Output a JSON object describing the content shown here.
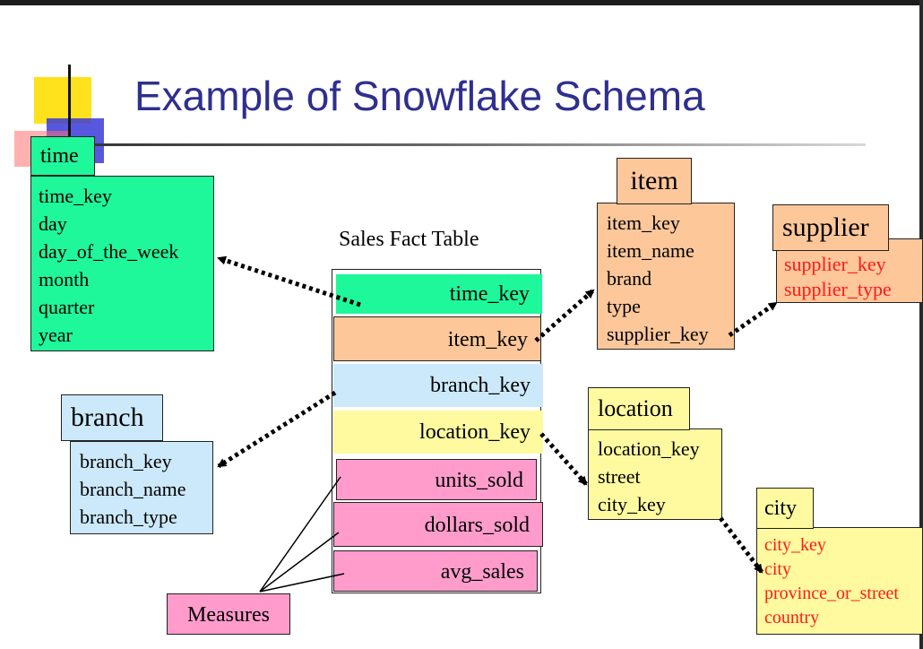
{
  "title": "Example of Snowflake Schema",
  "fact_table": {
    "label": "Sales Fact Table",
    "keys": [
      "time_key",
      "item_key",
      "branch_key",
      "location_key",
      "units_sold",
      "dollars_sold",
      "avg_sales"
    ]
  },
  "time": {
    "name": "time",
    "fields": [
      "time_key",
      "day",
      "day_of_the_week",
      "month",
      "quarter",
      "year"
    ]
  },
  "branch": {
    "name": "branch",
    "fields": [
      "branch_key",
      "branch_name",
      "branch_type"
    ]
  },
  "item": {
    "name": "item",
    "fields": [
      "item_key",
      "item_name",
      "brand",
      "type",
      "supplier_key"
    ]
  },
  "supplier": {
    "name": "supplier",
    "fields": [
      "supplier_key",
      "supplier_type"
    ]
  },
  "location": {
    "name": "location",
    "fields": [
      "location_key",
      "street",
      "city_key"
    ]
  },
  "city": {
    "name": "city",
    "fields": [
      "city_key",
      "city",
      "province_or_street",
      "country"
    ]
  },
  "measures": {
    "label": "Measures"
  },
  "colors": {
    "time": "#1ef79a",
    "item": "#fdc79a",
    "branch": "#cbe9fa",
    "location": "#fffaa0",
    "measures": "#ff9ccc",
    "red_text": "#ff1a1a",
    "title": "#2f2f8f"
  }
}
